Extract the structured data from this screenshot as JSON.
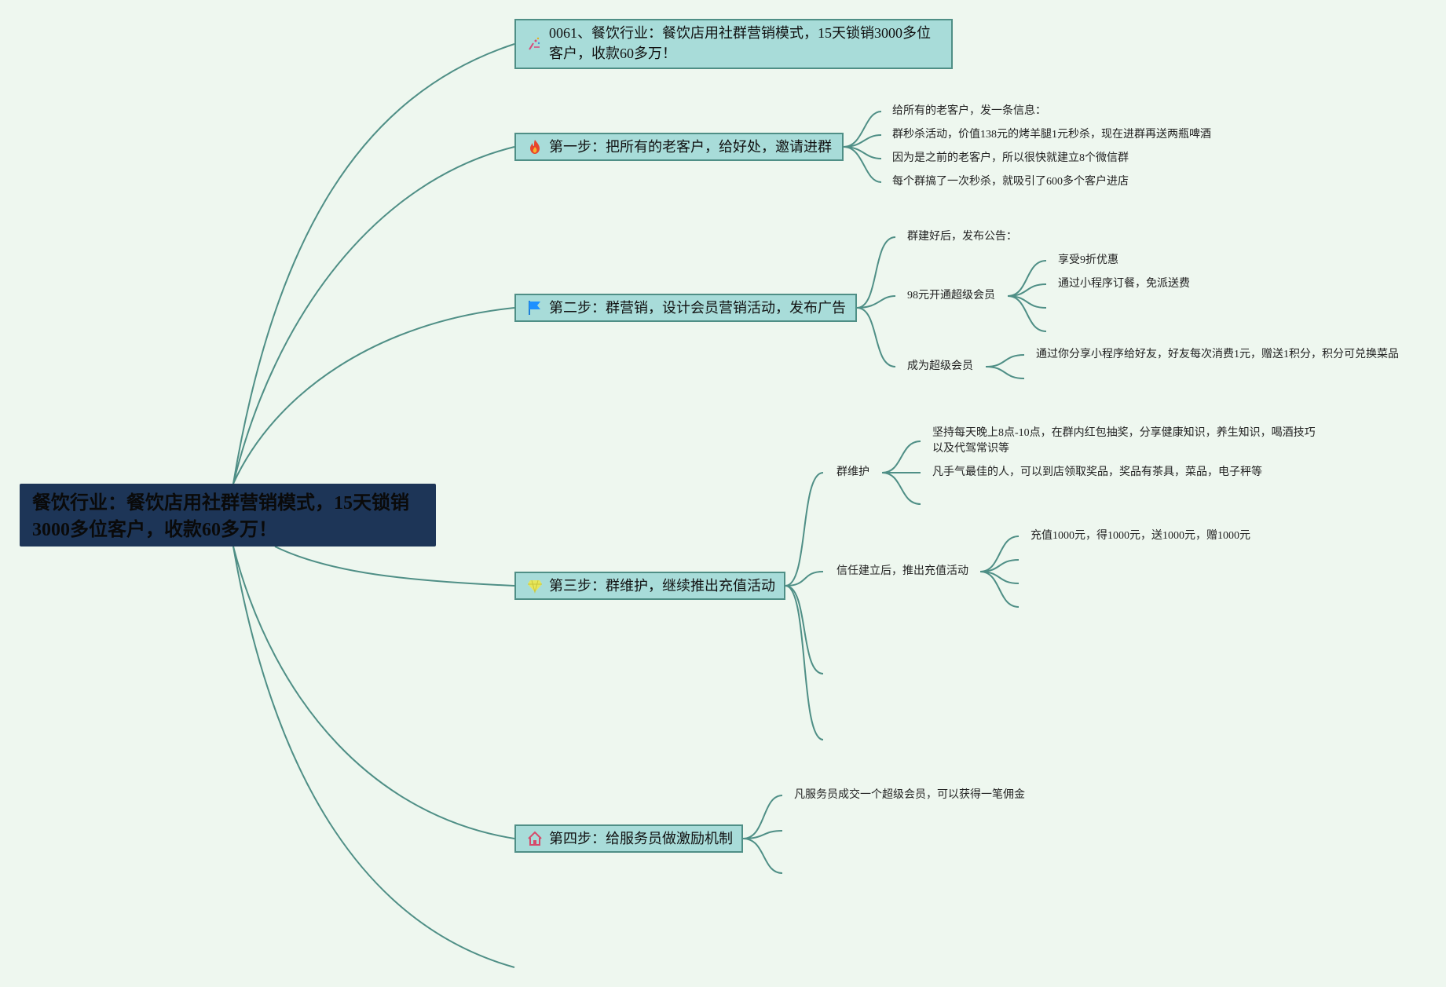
{
  "root": {
    "text": "餐饮行业：餐饮店用社群营销模式，15天锁销3000多位客户，收款60多万！"
  },
  "topics": {
    "header": {
      "text": "0061、餐饮行业：餐饮店用社群营销模式，15天锁销3000多位客户，收款60多万！",
      "icon": "party-popper-icon"
    },
    "step1": {
      "text": "第一步：把所有的老客户，给好处，邀请进群",
      "icon": "fire-icon"
    },
    "step2": {
      "text": "第二步：群营销，设计会员营销活动，发布广告",
      "icon": "flag-icon"
    },
    "step3": {
      "text": "第三步：群维护，继续推出充值活动",
      "icon": "gem-icon"
    },
    "step4": {
      "text": "第四步：给服务员做激励机制",
      "icon": "house-icon"
    }
  },
  "step1_items": [
    "给所有的老客户，发一条信息：",
    "群秒杀活动，价值138元的烤羊腿1元秒杀，现在进群再送两瓶啤酒",
    "因为是之前的老客户，所以很快就建立8个微信群",
    "每个群搞了一次秒杀，就吸引了600多个客户进店"
  ],
  "step2_items": {
    "announce": "群建好后，发布公告：",
    "member": "98元开通超级会员",
    "member_children": [
      "享受9折优惠",
      "通过小程序订餐，免派送费"
    ],
    "become": "成为超级会员",
    "become_children": [
      "通过你分享小程序给好友，好友每次消费1元，赠送1积分，积分可兑换菜品"
    ]
  },
  "step3_items": {
    "maintain": "群维护",
    "maintain_children": [
      "坚持每天晚上8点-10点，在群内红包抽奖，分享健康知识，养生知识，喝酒技巧以及代驾常识等",
      "凡手气最佳的人，可以到店领取奖品，奖品有茶具，菜品，电子秤等"
    ],
    "trust": "信任建立后，推出充值活动",
    "trust_children": [
      "充值1000元，得1000元，送1000元，赠1000元"
    ]
  },
  "step4_items": [
    "凡服务员成交一个超级会员，可以获得一笔佣金"
  ],
  "colors": {
    "background": "#eef7ef",
    "line": "#4f8f86",
    "topic_fill": "#a8dcd9",
    "root_fill": "#1d3557"
  }
}
